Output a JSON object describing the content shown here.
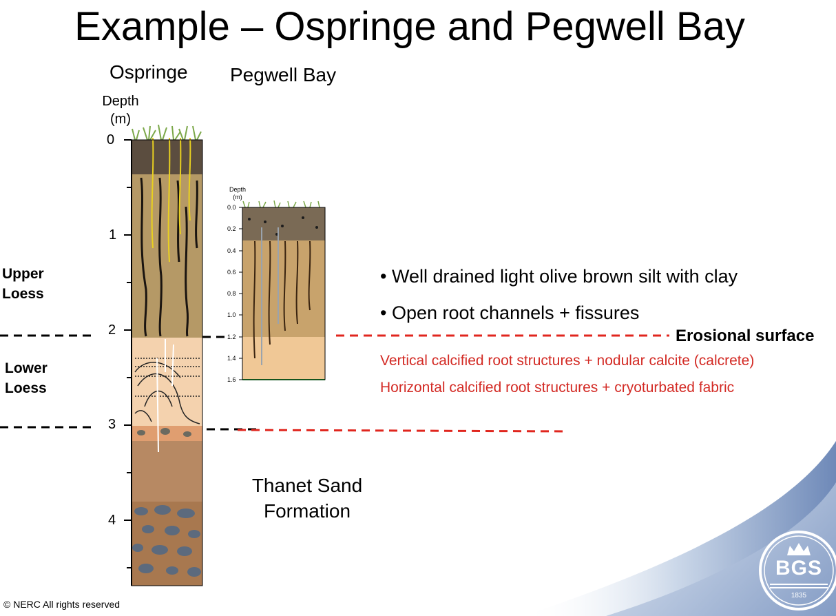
{
  "title": "Example – Ospringe and Pegwell Bay",
  "columns": {
    "ospringe": "Ospringe",
    "pegwell": "Pegwell Bay"
  },
  "ospringe_depth_label": [
    "Depth",
    "(m)"
  ],
  "ospringe_ticks": [
    "0",
    "1",
    "2",
    "3",
    "4"
  ],
  "pegwell_depth_label": [
    "Depth",
    "(m)"
  ],
  "pegwell_ticks": [
    "0.0",
    "0.2",
    "0.4",
    "0.6",
    "0.8",
    "1.0",
    "1.2",
    "1.4",
    "1.6"
  ],
  "units": {
    "upper": [
      "Upper",
      "Loess"
    ],
    "lower": [
      "Lower",
      "Loess"
    ]
  },
  "bullets": [
    "• Well drained light olive brown silt with clay",
    "• Open root channels + fissures"
  ],
  "erosional_surface": "Erosional surface",
  "red_notes": [
    "Vertical calcified root structures + nodular calcite (calcrete)",
    "Horizontal calcified root structures + cryoturbated fabric"
  ],
  "thanet": [
    "Thanet Sand",
    "Formation"
  ],
  "copyright": "© NERC All rights reserved",
  "logo": {
    "text": "BGS",
    "year": "1835",
    "icon": "crown-icon"
  },
  "colors": {
    "topsoil": "#5b4d3f",
    "upper_loess": "#b59966",
    "lower_loess": "#f4d2ae",
    "calcrete": "#e09e70",
    "thanet_clay": "#b78963",
    "gravel": "#a8784f",
    "red_dash": "#e0261e",
    "pegwell_upper": "#c8a36c",
    "pegwell_lower": "#f0c896",
    "pegwell_top": "#7a6a55"
  }
}
